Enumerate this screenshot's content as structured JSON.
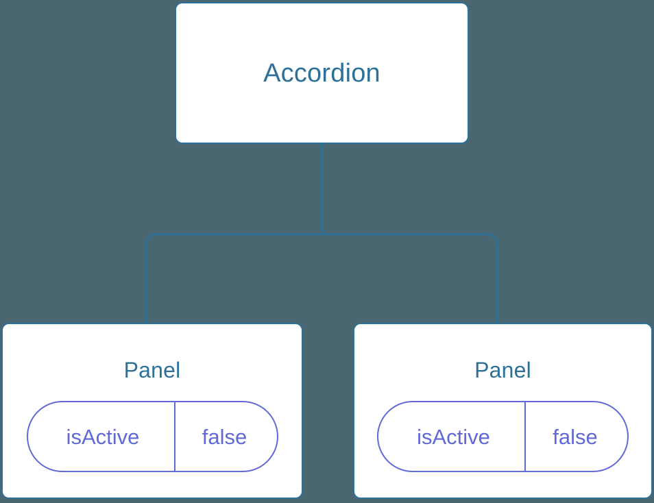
{
  "diagram": {
    "background_color": "#4a6771",
    "node_border_color": "#2d7098",
    "node_title_color": "#2d7098",
    "prop_color": "#6169d8",
    "connector_color": "#2d7098",
    "root": {
      "title": "Accordion"
    },
    "children": [
      {
        "title": "Panel",
        "props": [
          {
            "key": "isActive",
            "value": "false"
          }
        ]
      },
      {
        "title": "Panel",
        "props": [
          {
            "key": "isActive",
            "value": "false"
          }
        ]
      }
    ]
  }
}
